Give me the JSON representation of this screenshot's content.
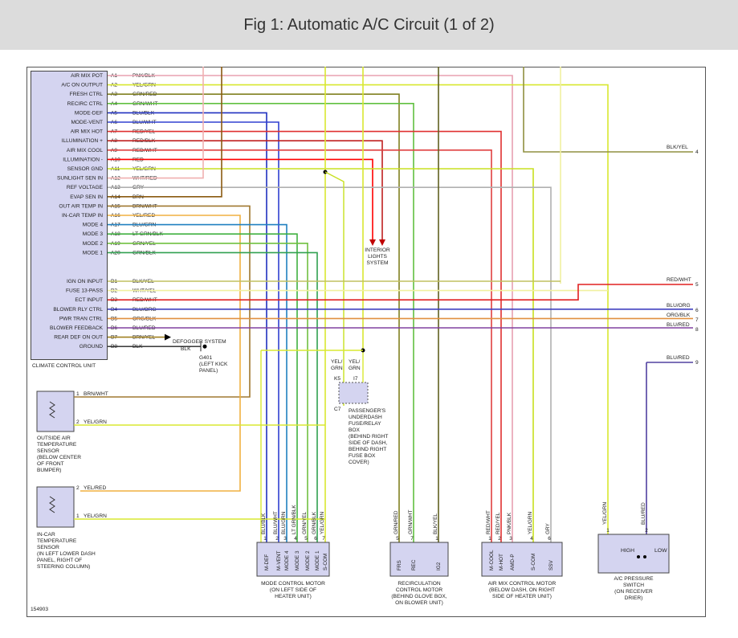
{
  "title": "Fig 1: Automatic A/C Circuit (1 of 2)",
  "colors": {
    "background": "#ffffff",
    "title_bar": "#dcdcdc",
    "module_fill": "#d4d4f0"
  },
  "ccu": {
    "name": "CLIMATE CONTROL UNIT",
    "pins_a": [
      {
        "label": "AIR MIX POT",
        "pin": "A1",
        "wire": "PNK/BLK",
        "color": "#e8a0b0"
      },
      {
        "label": "A/C ON OUTPUT",
        "pin": "A2",
        "wire": "YEL/GRN",
        "color": "#d8e830"
      },
      {
        "label": "FRESH CTRL",
        "pin": "A3",
        "wire": "GRN/RED",
        "color": "#808020"
      },
      {
        "label": "RECIRC CTRL",
        "pin": "A4",
        "wire": "GRN/WHT",
        "color": "#60c040"
      },
      {
        "label": "MODE-DEF",
        "pin": "A5",
        "wire": "BLU/BLK",
        "color": "#2030c0"
      },
      {
        "label": "MODE-VENT",
        "pin": "A6",
        "wire": "BLU/WHT",
        "color": "#3040d0"
      },
      {
        "label": "AIR MIX HOT",
        "pin": "A7",
        "wire": "RED/YEL",
        "color": "#e03030"
      },
      {
        "label": "ILLUMINATION +",
        "pin": "A8",
        "wire": "RED/BLK",
        "color": "#c02020"
      },
      {
        "label": "AIR MIX COOL",
        "pin": "A9",
        "wire": "RED/WHT",
        "color": "#e04040"
      },
      {
        "label": "ILLUMINATION -",
        "pin": "A10",
        "wire": "RED",
        "color": "#ff0000"
      },
      {
        "label": "SENSOR GND",
        "pin": "A11",
        "wire": "YEL/GRN",
        "color": "#c8e020"
      },
      {
        "label": "SUNLIGHT SEN IN",
        "pin": "A12",
        "wire": "WHT/RED",
        "color": "#f0b0b0"
      },
      {
        "label": "REF VOLTAGE",
        "pin": "A13",
        "wire": "GRY",
        "color": "#b0b0b0"
      },
      {
        "label": "EVAP SEN IN",
        "pin": "A14",
        "wire": "BRN",
        "color": "#8a5a10"
      },
      {
        "label": "OUT AIR TEMP IN",
        "pin": "A15",
        "wire": "BRN/WHT",
        "color": "#a07830"
      },
      {
        "label": "IN-CAR TEMP IN",
        "pin": "A16",
        "wire": "YEL/RED",
        "color": "#f0b040"
      },
      {
        "label": "MODE 4",
        "pin": "A17",
        "wire": "BLU/GRN",
        "color": "#2080c0"
      },
      {
        "label": "MODE 3",
        "pin": "A18",
        "wire": "LT GRN/BLK",
        "color": "#40b040"
      },
      {
        "label": "MODE 2",
        "pin": "A19",
        "wire": "GRN/YEL",
        "color": "#70c040"
      },
      {
        "label": "MODE 1",
        "pin": "A20",
        "wire": "GRN/BLK",
        "color": "#30a050"
      }
    ],
    "pins_b": [
      {
        "label": "IGN ON INPUT",
        "pin": "B1",
        "wire": "BLK/YEL",
        "color": "#c0c060"
      },
      {
        "label": "FUSE 13-PASS",
        "pin": "B2",
        "wire": "WHT/YEL",
        "color": "#f0f0a0"
      },
      {
        "label": "ECT INPUT",
        "pin": "B3",
        "wire": "RED/WHT",
        "color": "#e02020"
      },
      {
        "label": "BLOWER RLY CTRL",
        "pin": "B4",
        "wire": "BLU/ORG",
        "color": "#4040c0"
      },
      {
        "label": "PWR TRAN CTRL",
        "pin": "B5",
        "wire": "ORG/BLK",
        "color": "#e09040"
      },
      {
        "label": "BLOWER FEEDBACK",
        "pin": "B6",
        "wire": "BLU/RED",
        "color": "#8040a0"
      },
      {
        "label": "REAR DEF ON OUT",
        "pin": "B7",
        "wire": "BRN/YEL",
        "color": "#a08020"
      },
      {
        "label": "GROUND",
        "pin": "B8",
        "wire": "BLK",
        "color": "#222222"
      }
    ]
  },
  "labels": {
    "interior_lights": [
      "INTERIOR",
      "LIGHTS",
      "SYSTEM"
    ],
    "defogger": "DEFOGGER SYSTEM",
    "blk": "BLK",
    "ground": [
      "G401",
      "(LEFT KICK",
      "PANEL)"
    ],
    "fuse_box": [
      "PASSENGER'S",
      "UNDERDASH",
      "FUSE/RELAY",
      "BOX",
      "(BEHIND RIGHT",
      "SIDE OF DASH,",
      "BEHIND RIGHT",
      "FUSE BOX",
      "COVER)"
    ],
    "yel_grn_a": [
      "YEL/",
      "GRN"
    ],
    "yel_grn_b": [
      "YEL/",
      "GRN"
    ],
    "k5": "K5",
    "i7": "I7",
    "c7": "C7",
    "outside_sensor": [
      "OUTSIDE AIR",
      "TEMPERATURE",
      "SENSOR",
      "(BELOW CENTER",
      "OF FRONT",
      "BUMPER)"
    ],
    "incar_sensor": [
      "IN-CAR",
      "TEMPERATURE",
      "SENSOR",
      "(IN LEFT LOWER DASH",
      "PANEL, RIGHT OF",
      "STEERING COLUMN)"
    ],
    "oa_pin1": "1",
    "oa_wire1": "BRN/WHT",
    "oa_pin2": "2",
    "oa_wire2": "YEL/GRN",
    "ic_pin2": "2",
    "ic_wire2": "YEL/RED",
    "ic_pin1": "1",
    "ic_wire1": "YEL/GRN",
    "figure_id": "154903"
  },
  "right_wires": [
    {
      "wire": "BLK/YEL",
      "num": "4"
    },
    {
      "wire": "RED/WHT",
      "num": "5"
    },
    {
      "wire": "BLU/ORG",
      "num": "6"
    },
    {
      "wire": "ORG/BLK",
      "num": "7"
    },
    {
      "wire": "BLU/RED",
      "num": "8"
    },
    {
      "wire": "BLU/RED",
      "num": "9"
    }
  ],
  "mode_motor": {
    "name": [
      "MODE CONTROL MOTOR",
      "(ON LEFT SIDE OF",
      "HEATER UNIT)"
    ],
    "pins": [
      {
        "wire": "BLU/BLK",
        "num": "1",
        "label": "M-DEF"
      },
      {
        "wire": "BLU/WHT",
        "num": "2",
        "label": "M-VENT"
      },
      {
        "wire": "BLU/GRN",
        "num": "3",
        "label": "MODE 4"
      },
      {
        "wire": "LT GRN/BLK",
        "num": "4",
        "label": "MODE 3"
      },
      {
        "wire": "GRN/YEL",
        "num": "5",
        "label": "MODE 2"
      },
      {
        "wire": "GRN/BLK",
        "num": "6",
        "label": "MODE 1"
      },
      {
        "wire": "YEL/GRN",
        "num": "7",
        "label": "S-COM"
      }
    ]
  },
  "recirc_motor": {
    "name": [
      "RECIRCULATION",
      "CONTROL MOTOR",
      "(BEHIND GLOVE BOX,",
      "ON BLOWER UNIT)"
    ],
    "pins": [
      {
        "wire": "GRN/RED",
        "num": "5",
        "label": "FRS"
      },
      {
        "wire": "GRN/WHT",
        "num": "7",
        "label": "REC"
      },
      {
        "wire": "BLK/YEL",
        "num": "1",
        "label": "IG2"
      }
    ]
  },
  "airmix_motor": {
    "name": [
      "AIR MIX CONTROL MOTOR",
      "(BELOW DASH, ON RIGHT",
      "SIDE OF HEATER UNIT)"
    ],
    "pins": [
      {
        "wire": "RED/WHT",
        "num": "1",
        "label": "M-COOL"
      },
      {
        "wire": "RED/YEL",
        "num": "2",
        "label": "M-HOT"
      },
      {
        "wire": "PNK/BLK",
        "num": "3",
        "label": "AMD-P"
      },
      {
        "wire": "YEL/GRN",
        "num": "4",
        "label": "S-COM"
      },
      {
        "wire": "GRY",
        "num": "6",
        "label": "SSV"
      }
    ]
  },
  "pressure_switch": {
    "name": [
      "A/C PRESSURE",
      "SWITCH",
      "(ON RECEIVER",
      "DRIER)"
    ],
    "pins": [
      {
        "wire": "YEL/GRN",
        "num": "1"
      },
      {
        "wire": "BLU/RED",
        "num": "2"
      }
    ],
    "high": "HIGH",
    "low": "LOW"
  }
}
